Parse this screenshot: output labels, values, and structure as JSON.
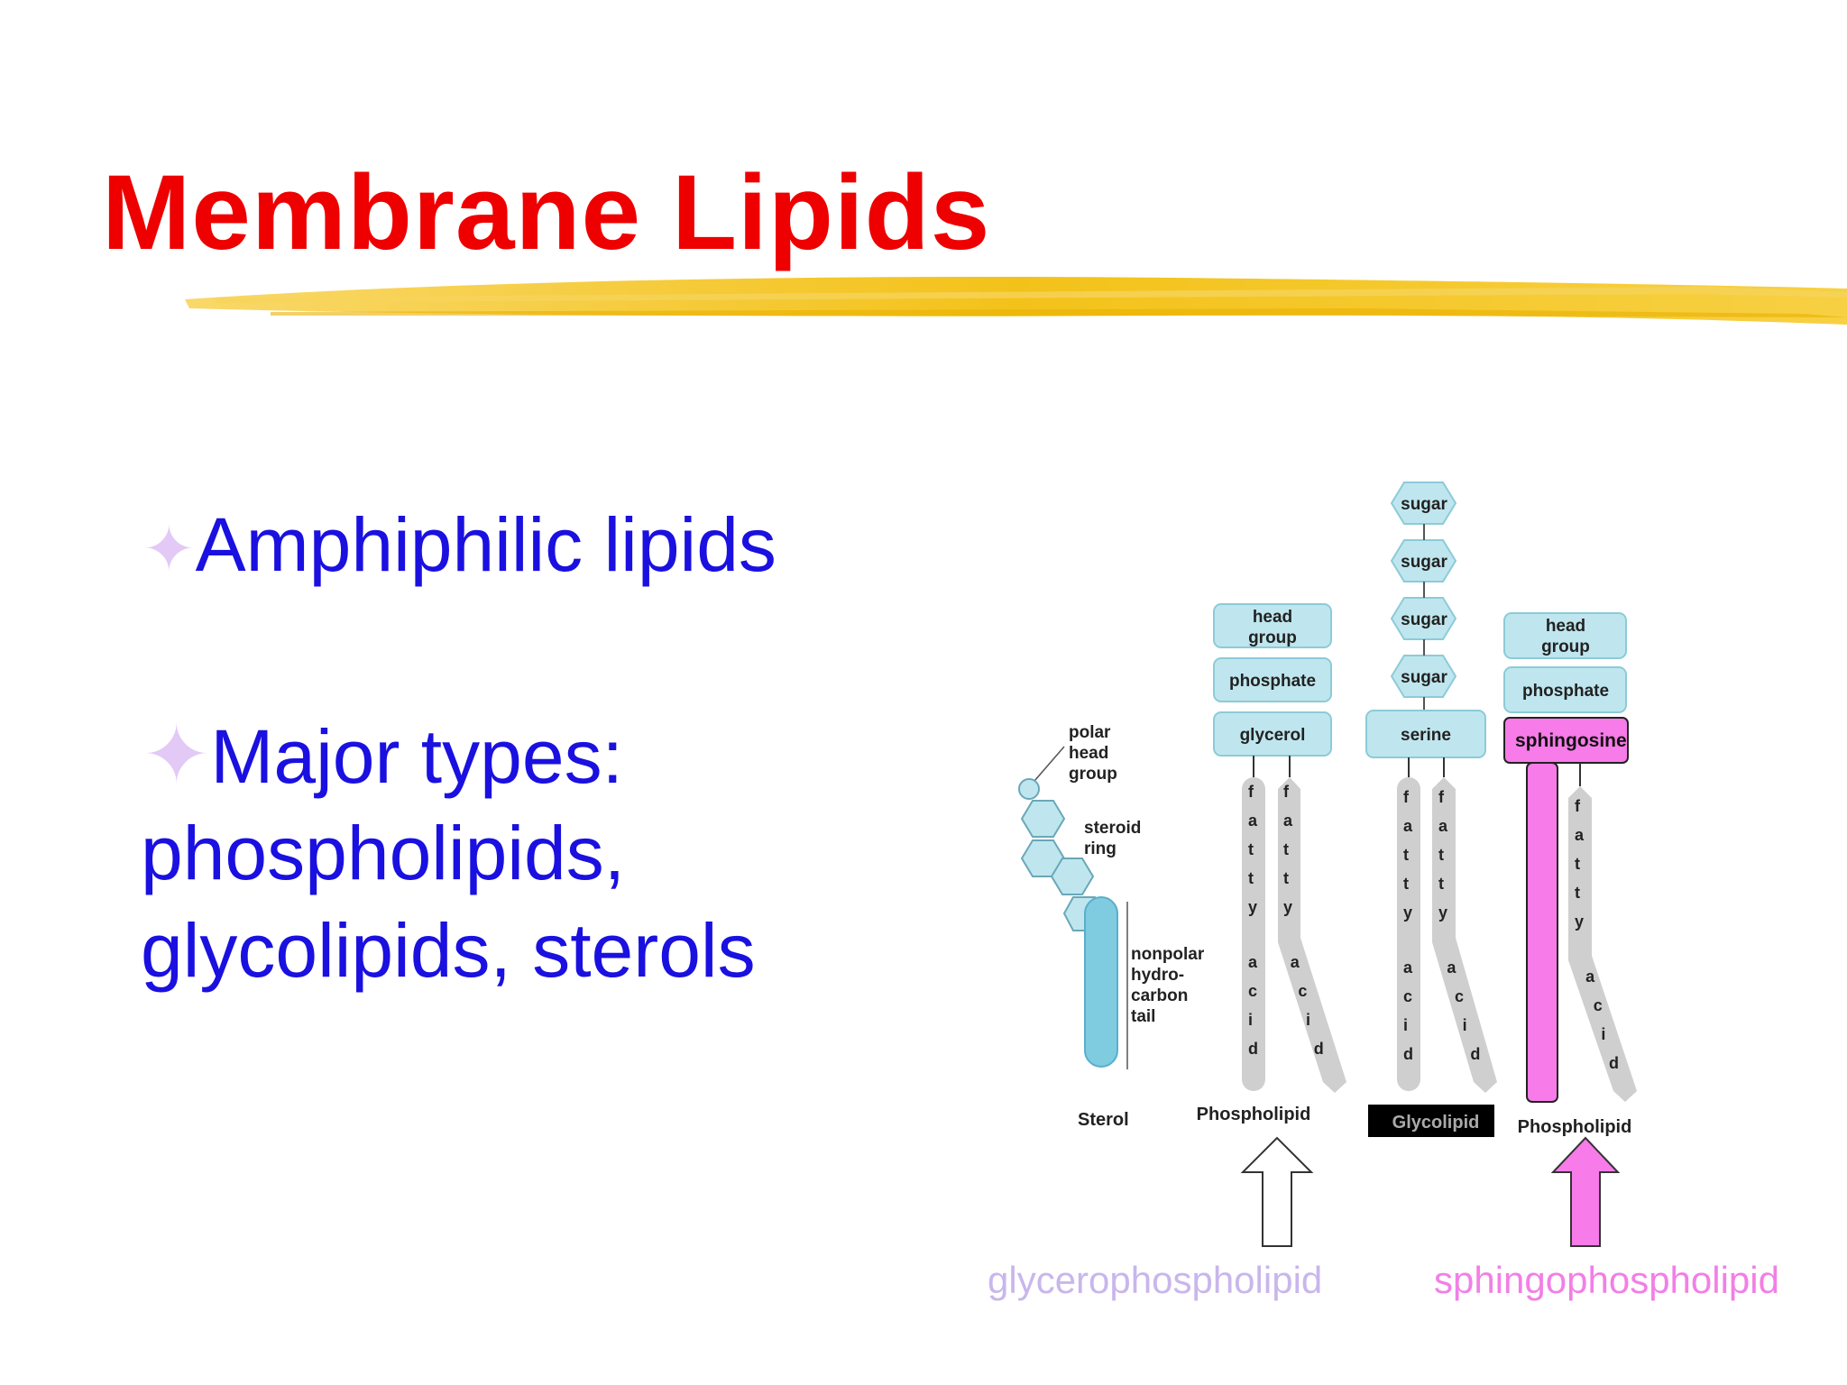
{
  "slide": {
    "title": "Membrane Lipids",
    "bullets": [
      {
        "lines": [
          "Amphiphilic lipids"
        ]
      },
      {
        "lines": [
          "Major types:",
          "phospholipids,",
          "glycolipids, sterols"
        ]
      }
    ]
  },
  "diagram": {
    "sterol": {
      "polar_head_label": [
        "polar",
        "head",
        "group"
      ],
      "steroid_ring_label": [
        "steroid",
        "ring"
      ],
      "tail_label": [
        "nonpolar",
        "hydro-",
        "carbon",
        "tail"
      ],
      "name": "Sterol"
    },
    "phospholipid": {
      "head_group": [
        "head",
        "group"
      ],
      "phosphate": "phosphate",
      "glycerol": "glycerol",
      "chain1": "fatty acid",
      "chain2": "fatty acid",
      "name": "Phospholipid"
    },
    "glycolipid": {
      "sugars": [
        "sugar",
        "sugar",
        "sugar",
        "sugar"
      ],
      "serine": "serine",
      "chain1": "fatty acid",
      "chain2": "fatty acid",
      "name": "Glycolipid"
    },
    "sphingophospholipid": {
      "head_group": [
        "head",
        "group"
      ],
      "phosphate": "phosphate",
      "sphingosine": "sphingosine",
      "chain": "fatty acid",
      "name": "Phospholipid"
    },
    "captions": {
      "glycero": "glycerophospholipid",
      "sphingo": "sphingophospholipid"
    }
  },
  "colors": {
    "title": "#ee0000",
    "text": "#1a10e0",
    "star": "#e3c9f5",
    "box": "#bfe6ee",
    "tail": "#7fcbe0",
    "chain": "#cfcfcf",
    "sphingo": "#f77be8",
    "glycero_caption": "#c9b6ec",
    "stroke": "#f5c400"
  }
}
